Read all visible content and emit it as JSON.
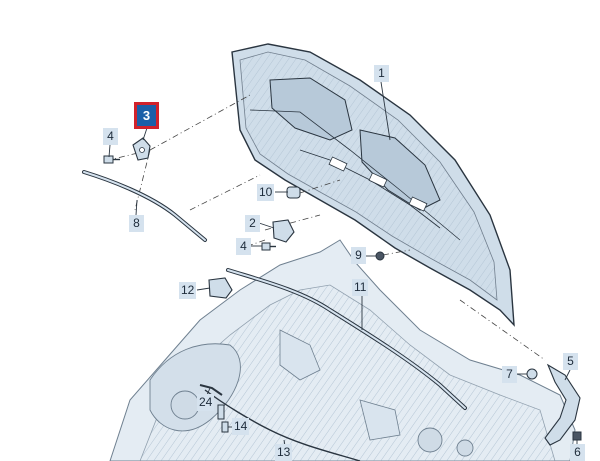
{
  "diagram": {
    "selected_part": "3",
    "highlight_color": "#d1222b",
    "selected_fill": "#1b5fa8",
    "label_fill": "#d5e2ee",
    "part_fill": "#cfdde9",
    "line_color": "#2a3540"
  },
  "callouts": {
    "p1": "1",
    "p2": "2",
    "p3": "3",
    "p4a": "4",
    "p4b": "4",
    "p5": "5",
    "p6": "6",
    "p7": "7",
    "p8": "8",
    "p9": "9",
    "p10": "10",
    "p11": "11",
    "p12": "12",
    "p13": "13",
    "p14": "14",
    "p24": "24"
  }
}
